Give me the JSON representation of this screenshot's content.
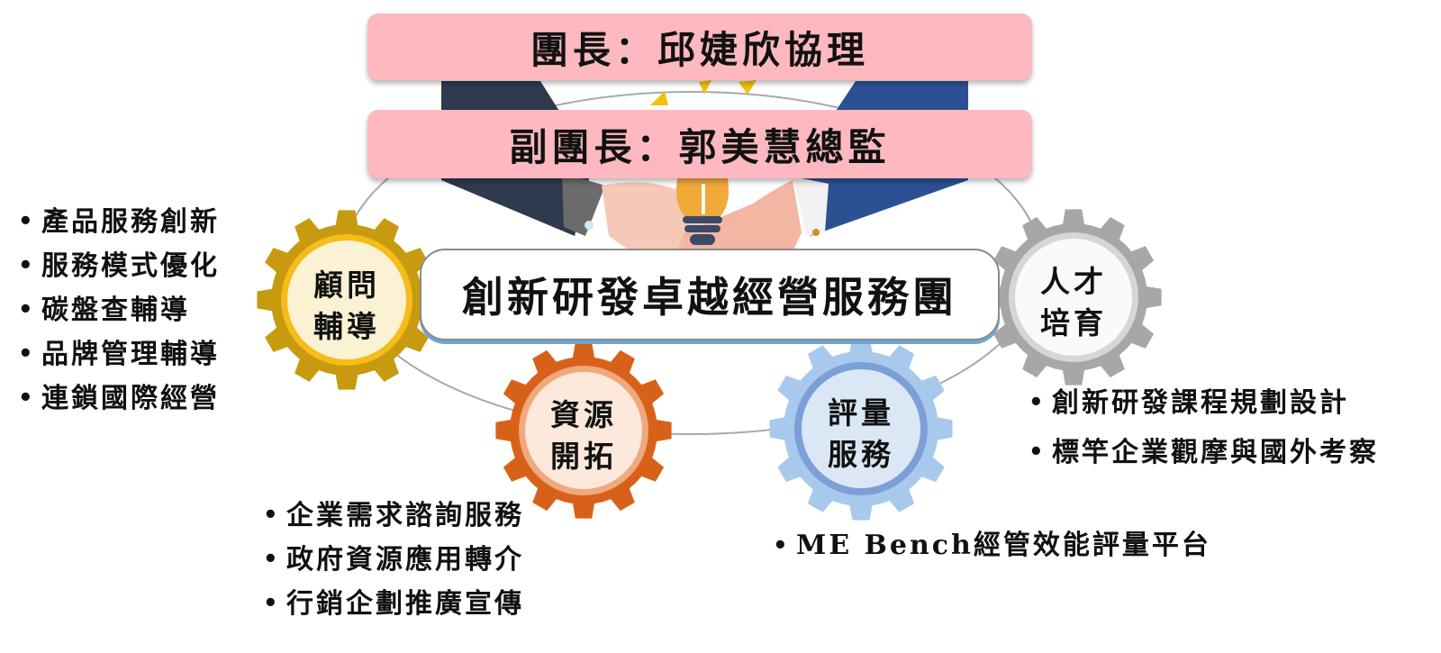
{
  "leader_banner": "團長：邱婕欣協理",
  "deputy_banner": "副團長：郭美慧總監",
  "team_title": "創新研發卓越經營服務團",
  "gears": {
    "consult": {
      "line1": "顧問",
      "line2": "輔導",
      "color": "#c79a10",
      "ring": "#f5bc1a",
      "inner": "#fbf2d3"
    },
    "talent": {
      "line1": "人才",
      "line2": "培育",
      "color": "#a7a7a7",
      "ring": "#d6d6d6",
      "inner": "#fafafa"
    },
    "resource": {
      "line1": "資源",
      "line2": "開拓",
      "color": "#d8611a",
      "ring": "#f0a97b",
      "inner": "#fde8dc"
    },
    "evaluation": {
      "line1": "評量",
      "line2": "服務",
      "color": "#a9c9ec",
      "ring": "#7c9fd9",
      "inner": "#dbe7f5"
    }
  },
  "lists": {
    "consult": [
      "產品服務創新",
      "服務模式優化",
      "碳盤查輔導",
      "品牌管理輔導",
      "連鎖國際經營"
    ],
    "resource": [
      "企業需求諮詢服務",
      "政府資源應用轉介",
      "行銷企劃推廣宣傳"
    ],
    "talent": [
      "創新研發課程規劃設計",
      "標竿企業觀摩與國外考察"
    ],
    "evaluation": [
      "ME Bench經管效能評量平台"
    ]
  },
  "illustration": {
    "name": "handshake-lightbulb",
    "colors": {
      "sleeve_left": "#2f3a4f",
      "sleeve_right": "#2c5192",
      "skin": "#f6c8b8",
      "bulb": "#f1a93a",
      "sparks": "#f2c20b"
    }
  }
}
